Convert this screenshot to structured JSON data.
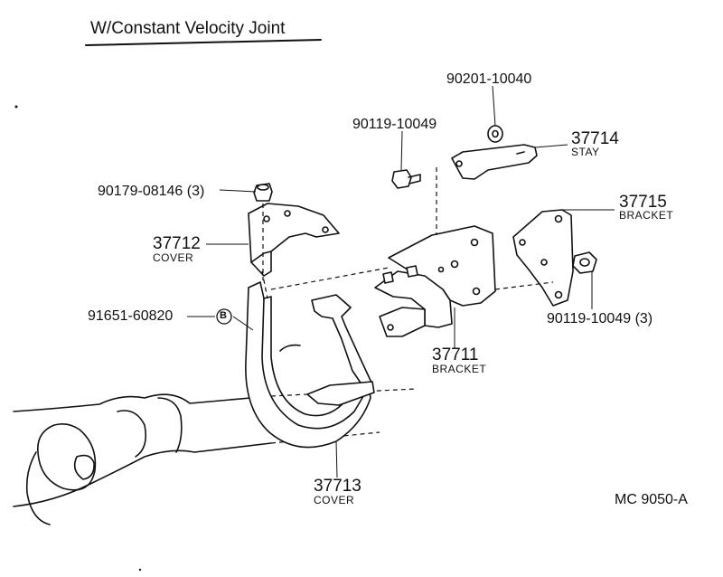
{
  "title": "W/Constant Velocity Joint",
  "reference": "MC  9050-A",
  "parts": [
    {
      "number": "90201-10040",
      "name": ""
    },
    {
      "number": "90119-10049",
      "name": ""
    },
    {
      "number": "37714",
      "name": "STAY"
    },
    {
      "number": "37715",
      "name": "BRACKET"
    },
    {
      "number": "90179-08146 (3)",
      "name": ""
    },
    {
      "number": "37712",
      "name": "COVER"
    },
    {
      "number": "91651-60820",
      "name": ""
    },
    {
      "number": "37711",
      "name": "BRACKET"
    },
    {
      "number": "90119-10049 (3)",
      "name": ""
    },
    {
      "number": "37713",
      "name": "COVER"
    }
  ],
  "callout_marker": "B"
}
